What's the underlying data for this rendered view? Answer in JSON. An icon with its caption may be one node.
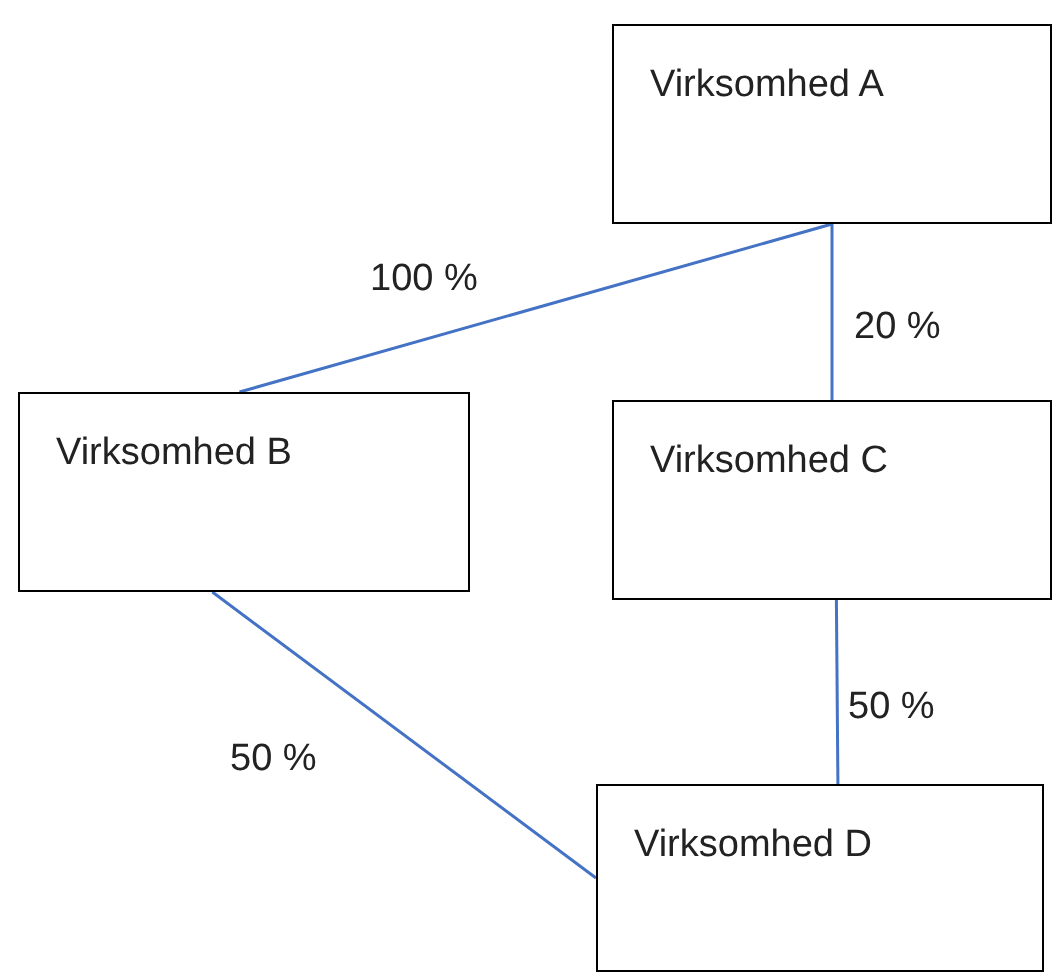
{
  "diagram": {
    "nodes": [
      {
        "text": [
          "Virksomhed A"
        ]
      },
      {
        "text": [
          "Virksomhed B"
        ]
      },
      {
        "text": [
          "Virksomhed C"
        ]
      },
      {
        "text": [
          "Virksomhed D"
        ]
      }
    ],
    "edges": [
      {
        "from": 0,
        "to": 1,
        "arrow": "none",
        "label": "100 %"
      },
      {
        "from": 0,
        "to": 2,
        "arrow": "none",
        "label": "20 %"
      },
      {
        "from": 2,
        "to": 3,
        "arrow": "none",
        "label": "50 %"
      },
      {
        "from": 1,
        "to": 3,
        "arrow": "none",
        "label": "50 %"
      }
    ]
  }
}
